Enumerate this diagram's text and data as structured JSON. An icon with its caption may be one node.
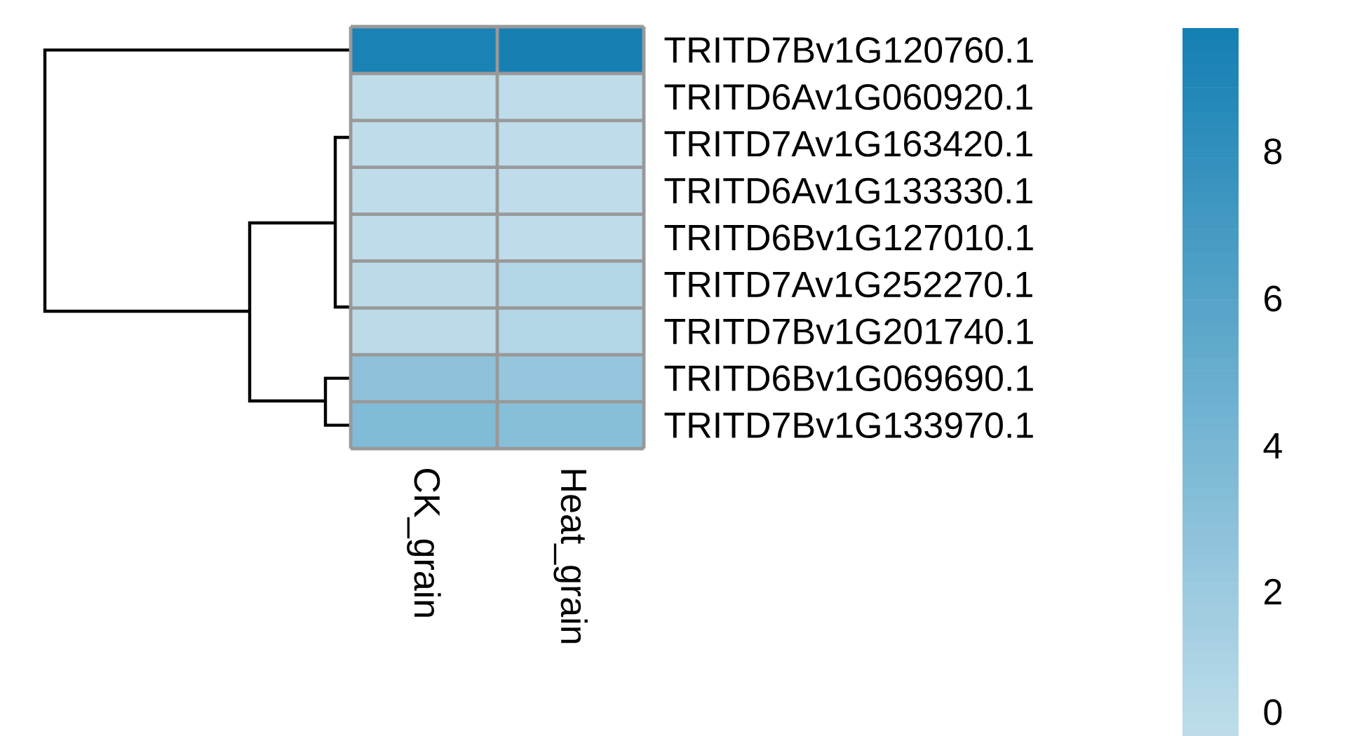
{
  "diagram": {
    "labels": [
      "TRITD7Bv1G120760.1",
      "TRITD6Av1G060920.1",
      "TRITD7Av1G163420.1",
      "TRITD6Av1G133330.1",
      "TRITD6Bv1G127010.1",
      "TRITD7Av1G252270.1",
      "TRITD7Bv1G201740.1",
      "TRITD6Bv1G069690.1",
      "TRITD7Bv1G133970.1",
      "CK_grain",
      "Heat_grain",
      "8",
      "6",
      "4",
      "2",
      "0"
    ]
  }
}
